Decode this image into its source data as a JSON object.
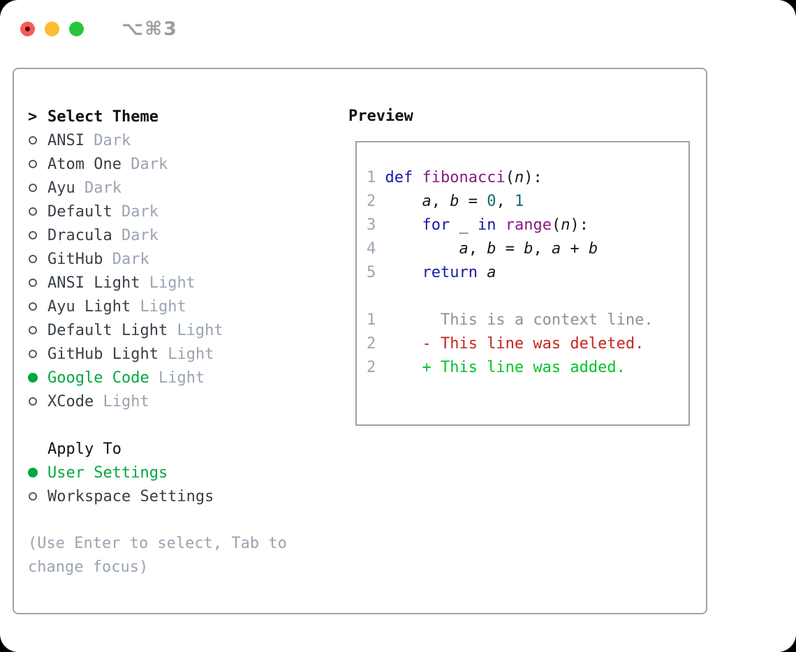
{
  "window": {
    "title": "⌥⌘3",
    "controls": [
      "close-button",
      "minimize-button",
      "zoom-button"
    ]
  },
  "theme_panel": {
    "header_cursor": ">",
    "header_label": "Select Theme",
    "themes": [
      {
        "name": "ANSI",
        "variant": "Dark",
        "selected": false
      },
      {
        "name": "Atom One",
        "variant": "Dark",
        "selected": false
      },
      {
        "name": "Ayu",
        "variant": "Dark",
        "selected": false
      },
      {
        "name": "Default",
        "variant": "Dark",
        "selected": false
      },
      {
        "name": "Dracula",
        "variant": "Dark",
        "selected": false
      },
      {
        "name": "GitHub",
        "variant": "Dark",
        "selected": false
      },
      {
        "name": "ANSI Light",
        "variant": "Light",
        "selected": false
      },
      {
        "name": "Ayu Light",
        "variant": "Light",
        "selected": false
      },
      {
        "name": "Default Light",
        "variant": "Light",
        "selected": false
      },
      {
        "name": "GitHub Light",
        "variant": "Light",
        "selected": false
      },
      {
        "name": "Google Code",
        "variant": "Light",
        "selected": true
      },
      {
        "name": "XCode",
        "variant": "Light",
        "selected": false
      }
    ],
    "apply_to_label": "Apply To",
    "apply_options": [
      {
        "label": "User Settings",
        "selected": true
      },
      {
        "label": "Workspace Settings",
        "selected": false
      }
    ],
    "help_text": "(Use Enter to select, Tab to change focus)"
  },
  "preview": {
    "label": "Preview",
    "lines": [
      {
        "num": "1",
        "segs": [
          {
            "t": " ",
            "s": "p"
          },
          {
            "t": "def",
            "s": "kw"
          },
          {
            "t": " ",
            "s": "p"
          },
          {
            "t": "fibonacci",
            "s": "fn"
          },
          {
            "t": "(",
            "s": "p"
          },
          {
            "t": "n",
            "s": "var"
          },
          {
            "t": "):",
            "s": "p"
          }
        ]
      },
      {
        "num": "2",
        "segs": [
          {
            "t": "     ",
            "s": "p"
          },
          {
            "t": "a",
            "s": "var"
          },
          {
            "t": ", ",
            "s": "p"
          },
          {
            "t": "b",
            "s": "var"
          },
          {
            "t": " = ",
            "s": "p"
          },
          {
            "t": "0",
            "s": "lit"
          },
          {
            "t": ", ",
            "s": "p"
          },
          {
            "t": "1",
            "s": "lit"
          }
        ]
      },
      {
        "num": "3",
        "segs": [
          {
            "t": "     ",
            "s": "p"
          },
          {
            "t": "for",
            "s": "kw"
          },
          {
            "t": " _ ",
            "s": "p"
          },
          {
            "t": "in",
            "s": "kw"
          },
          {
            "t": " ",
            "s": "p"
          },
          {
            "t": "range",
            "s": "fn"
          },
          {
            "t": "(",
            "s": "p"
          },
          {
            "t": "n",
            "s": "var"
          },
          {
            "t": "):",
            "s": "p"
          }
        ]
      },
      {
        "num": "4",
        "segs": [
          {
            "t": "         ",
            "s": "p"
          },
          {
            "t": "a",
            "s": "var"
          },
          {
            "t": ", ",
            "s": "p"
          },
          {
            "t": "b",
            "s": "var"
          },
          {
            "t": " = ",
            "s": "p"
          },
          {
            "t": "b",
            "s": "var"
          },
          {
            "t": ", ",
            "s": "p"
          },
          {
            "t": "a",
            "s": "var"
          },
          {
            "t": " + ",
            "s": "p"
          },
          {
            "t": "b",
            "s": "var"
          }
        ]
      },
      {
        "num": "5",
        "segs": [
          {
            "t": "     ",
            "s": "p"
          },
          {
            "t": "return",
            "s": "kw"
          },
          {
            "t": " ",
            "s": "p"
          },
          {
            "t": "a",
            "s": "var"
          }
        ]
      },
      {
        "num": "",
        "segs": []
      },
      {
        "num": "1",
        "segs": [
          {
            "t": "       This is a context line.",
            "s": "ctx"
          }
        ]
      },
      {
        "num": "2",
        "segs": [
          {
            "t": "     - This line was deleted.",
            "s": "del"
          }
        ]
      },
      {
        "num": "2",
        "segs": [
          {
            "t": "     + This line was added.",
            "s": "add"
          }
        ]
      }
    ]
  },
  "colors": {
    "selected_green": "#00a83e",
    "added_green": "#00c428",
    "deleted_red": "#c3261c",
    "context_gray": "#8b929a",
    "keyword_blue": "#1a1aa6",
    "function_purple": "#851a85",
    "literal_teal": "#0e6b6b",
    "line_number_gray": "#9aa5b2",
    "panel_border_gray": "#9ba3ad",
    "traffic_red": "#f35d55",
    "traffic_yellow": "#fdbc2e",
    "traffic_green": "#27c73c"
  }
}
